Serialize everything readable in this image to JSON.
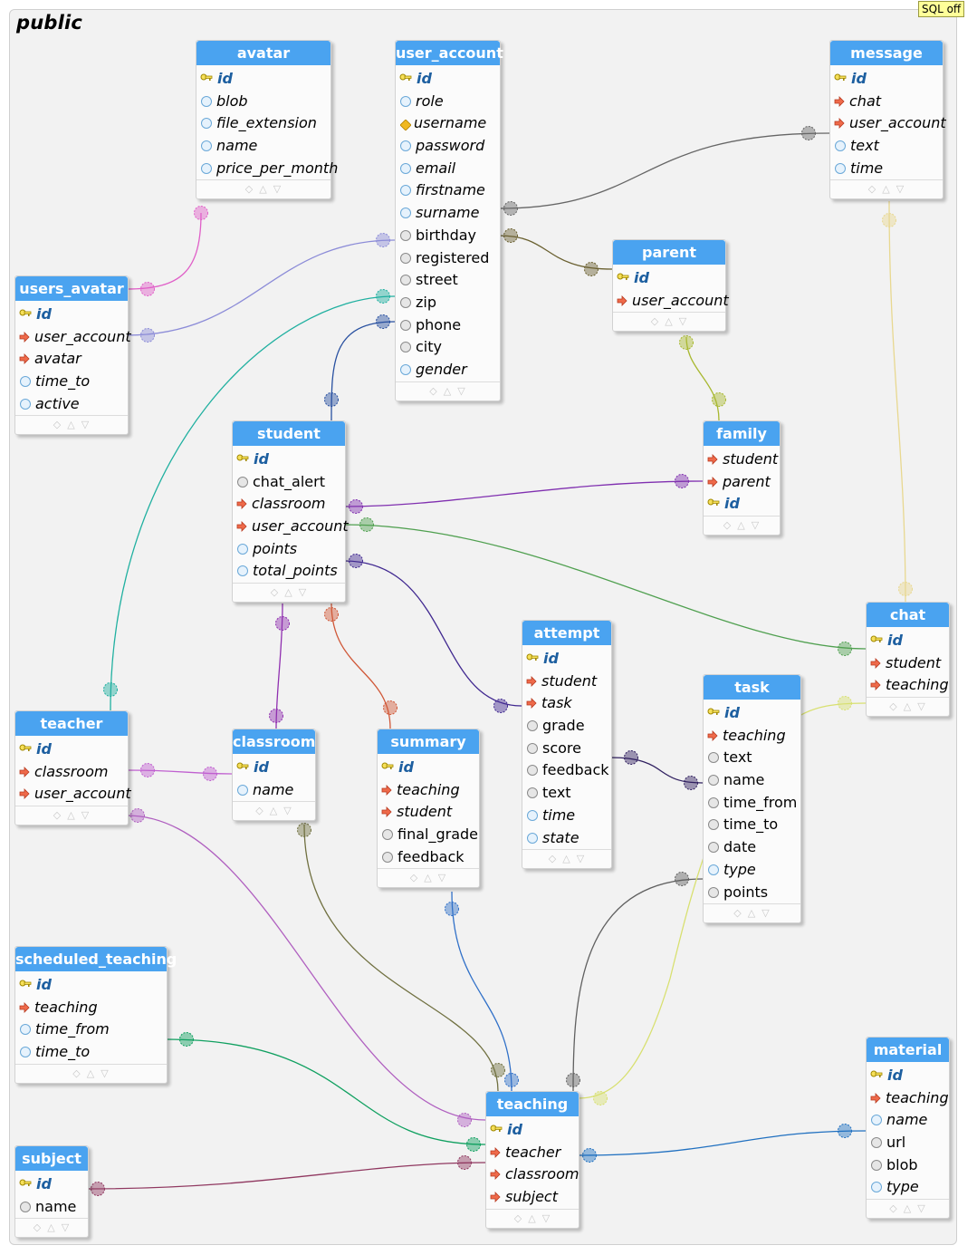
{
  "schema": {
    "title": "public",
    "sql_badge": "SQL off"
  },
  "tables": [
    {
      "name": "avatar",
      "columns": [
        {
          "name": "id",
          "kind": "pk"
        },
        {
          "name": "blob",
          "kind": "o"
        },
        {
          "name": "file_extension",
          "kind": "o"
        },
        {
          "name": "name",
          "kind": "o"
        },
        {
          "name": "price_per_month",
          "kind": "o"
        }
      ]
    },
    {
      "name": "user_account",
      "columns": [
        {
          "name": "id",
          "kind": "pk"
        },
        {
          "name": "role",
          "kind": "o"
        },
        {
          "name": "username",
          "kind": "u"
        },
        {
          "name": "password",
          "kind": "o"
        },
        {
          "name": "email",
          "kind": "o"
        },
        {
          "name": "firstname",
          "kind": "o"
        },
        {
          "name": "surname",
          "kind": "o"
        },
        {
          "name": "birthday",
          "kind": "g"
        },
        {
          "name": "registered",
          "kind": "g"
        },
        {
          "name": "street",
          "kind": "g"
        },
        {
          "name": "zip",
          "kind": "g"
        },
        {
          "name": "phone",
          "kind": "g"
        },
        {
          "name": "city",
          "kind": "g"
        },
        {
          "name": "gender",
          "kind": "o"
        }
      ]
    },
    {
      "name": "message",
      "columns": [
        {
          "name": "id",
          "kind": "pk"
        },
        {
          "name": "chat",
          "kind": "fk"
        },
        {
          "name": "user_account",
          "kind": "fk"
        },
        {
          "name": "text",
          "kind": "o"
        },
        {
          "name": "time",
          "kind": "o"
        }
      ]
    },
    {
      "name": "users_avatar",
      "columns": [
        {
          "name": "id",
          "kind": "pk"
        },
        {
          "name": "user_account",
          "kind": "fk"
        },
        {
          "name": "avatar",
          "kind": "fk"
        },
        {
          "name": "time_to",
          "kind": "o"
        },
        {
          "name": "active",
          "kind": "o"
        }
      ]
    },
    {
      "name": "parent",
      "columns": [
        {
          "name": "id",
          "kind": "pk"
        },
        {
          "name": "user_account",
          "kind": "fk"
        }
      ]
    },
    {
      "name": "student",
      "columns": [
        {
          "name": "id",
          "kind": "pk"
        },
        {
          "name": "chat_alert",
          "kind": "g"
        },
        {
          "name": "classroom",
          "kind": "fk"
        },
        {
          "name": "user_account",
          "kind": "fk"
        },
        {
          "name": "points",
          "kind": "o"
        },
        {
          "name": "total_points",
          "kind": "o"
        }
      ]
    },
    {
      "name": "family",
      "columns": [
        {
          "name": "student",
          "kind": "fk"
        },
        {
          "name": "parent",
          "kind": "fk"
        },
        {
          "name": "id",
          "kind": "pk"
        }
      ]
    },
    {
      "name": "chat",
      "columns": [
        {
          "name": "id",
          "kind": "pk"
        },
        {
          "name": "student",
          "kind": "fk"
        },
        {
          "name": "teaching",
          "kind": "fk"
        }
      ]
    },
    {
      "name": "attempt",
      "columns": [
        {
          "name": "id",
          "kind": "pk"
        },
        {
          "name": "student",
          "kind": "fk"
        },
        {
          "name": "task",
          "kind": "fk"
        },
        {
          "name": "grade",
          "kind": "g"
        },
        {
          "name": "score",
          "kind": "g"
        },
        {
          "name": "feedback",
          "kind": "g"
        },
        {
          "name": "text",
          "kind": "g"
        },
        {
          "name": "time",
          "kind": "o"
        },
        {
          "name": "state",
          "kind": "o"
        }
      ]
    },
    {
      "name": "task",
      "columns": [
        {
          "name": "id",
          "kind": "pk"
        },
        {
          "name": "teaching",
          "kind": "fk"
        },
        {
          "name": "text",
          "kind": "g"
        },
        {
          "name": "name",
          "kind": "g"
        },
        {
          "name": "time_from",
          "kind": "g"
        },
        {
          "name": "time_to",
          "kind": "g"
        },
        {
          "name": "date",
          "kind": "g"
        },
        {
          "name": "type",
          "kind": "o"
        },
        {
          "name": "points",
          "kind": "g"
        }
      ]
    },
    {
      "name": "teacher",
      "columns": [
        {
          "name": "id",
          "kind": "pk"
        },
        {
          "name": "classroom",
          "kind": "fk"
        },
        {
          "name": "user_account",
          "kind": "fk"
        }
      ]
    },
    {
      "name": "classroom",
      "columns": [
        {
          "name": "id",
          "kind": "pk"
        },
        {
          "name": "name",
          "kind": "o"
        }
      ]
    },
    {
      "name": "summary",
      "columns": [
        {
          "name": "id",
          "kind": "pk"
        },
        {
          "name": "teaching",
          "kind": "fk"
        },
        {
          "name": "student",
          "kind": "fk"
        },
        {
          "name": "final_grade",
          "kind": "g"
        },
        {
          "name": "feedback",
          "kind": "g"
        }
      ]
    },
    {
      "name": "scheduled_teaching",
      "columns": [
        {
          "name": "id",
          "kind": "pk"
        },
        {
          "name": "teaching",
          "kind": "fk"
        },
        {
          "name": "time_from",
          "kind": "o"
        },
        {
          "name": "time_to",
          "kind": "o"
        }
      ]
    },
    {
      "name": "teaching",
      "columns": [
        {
          "name": "id",
          "kind": "pk"
        },
        {
          "name": "teacher",
          "kind": "fk"
        },
        {
          "name": "classroom",
          "kind": "fk"
        },
        {
          "name": "subject",
          "kind": "fk"
        }
      ]
    },
    {
      "name": "subject",
      "columns": [
        {
          "name": "id",
          "kind": "pk"
        },
        {
          "name": "name",
          "kind": "g"
        }
      ]
    },
    {
      "name": "material",
      "columns": [
        {
          "name": "id",
          "kind": "pk"
        },
        {
          "name": "teaching",
          "kind": "fk"
        },
        {
          "name": "name",
          "kind": "o"
        },
        {
          "name": "url",
          "kind": "g"
        },
        {
          "name": "blob",
          "kind": "g"
        },
        {
          "name": "type",
          "kind": "o"
        }
      ]
    }
  ],
  "relations": [
    {
      "from": "users_avatar",
      "to": "avatar",
      "color": "#e060c8"
    },
    {
      "from": "users_avatar",
      "to": "user_account",
      "color": "#8c8cd8"
    },
    {
      "from": "message",
      "to": "user_account",
      "color": "#666666"
    },
    {
      "from": "message",
      "to": "chat",
      "color": "#e8d890"
    },
    {
      "from": "parent",
      "to": "user_account",
      "color": "#6a6030"
    },
    {
      "from": "student",
      "to": "user_account",
      "color": "#2850a0"
    },
    {
      "from": "teacher",
      "to": "user_account",
      "color": "#20b0a0"
    },
    {
      "from": "family",
      "to": "parent",
      "color": "#a8b830"
    },
    {
      "from": "family",
      "to": "student",
      "color": "#8030b0"
    },
    {
      "from": "chat",
      "to": "student",
      "color": "#50a050"
    },
    {
      "from": "chat",
      "to": "teaching",
      "color": "#d8e070"
    },
    {
      "from": "attempt",
      "to": "student",
      "color": "#402890"
    },
    {
      "from": "attempt",
      "to": "task",
      "color": "#302060"
    },
    {
      "from": "student",
      "to": "classroom",
      "color": "#9030b0"
    },
    {
      "from": "summary",
      "to": "student",
      "color": "#d05838"
    },
    {
      "from": "summary",
      "to": "teaching",
      "color": "#3070c8"
    },
    {
      "from": "teacher",
      "to": "classroom",
      "color": "#c060d0"
    },
    {
      "from": "teaching",
      "to": "teacher",
      "color": "#b060c0"
    },
    {
      "from": "teaching",
      "to": "classroom",
      "color": "#707040"
    },
    {
      "from": "teaching",
      "to": "subject",
      "color": "#903860"
    },
    {
      "from": "scheduled_teaching",
      "to": "teaching",
      "color": "#10a060"
    },
    {
      "from": "task",
      "to": "teaching",
      "color": "#606060"
    },
    {
      "from": "material",
      "to": "teaching",
      "color": "#2070c0"
    }
  ],
  "colors": {
    "header": "#4aa3f0",
    "canvas": "#f2f2f2",
    "primary_key": "#1d5fa0"
  }
}
